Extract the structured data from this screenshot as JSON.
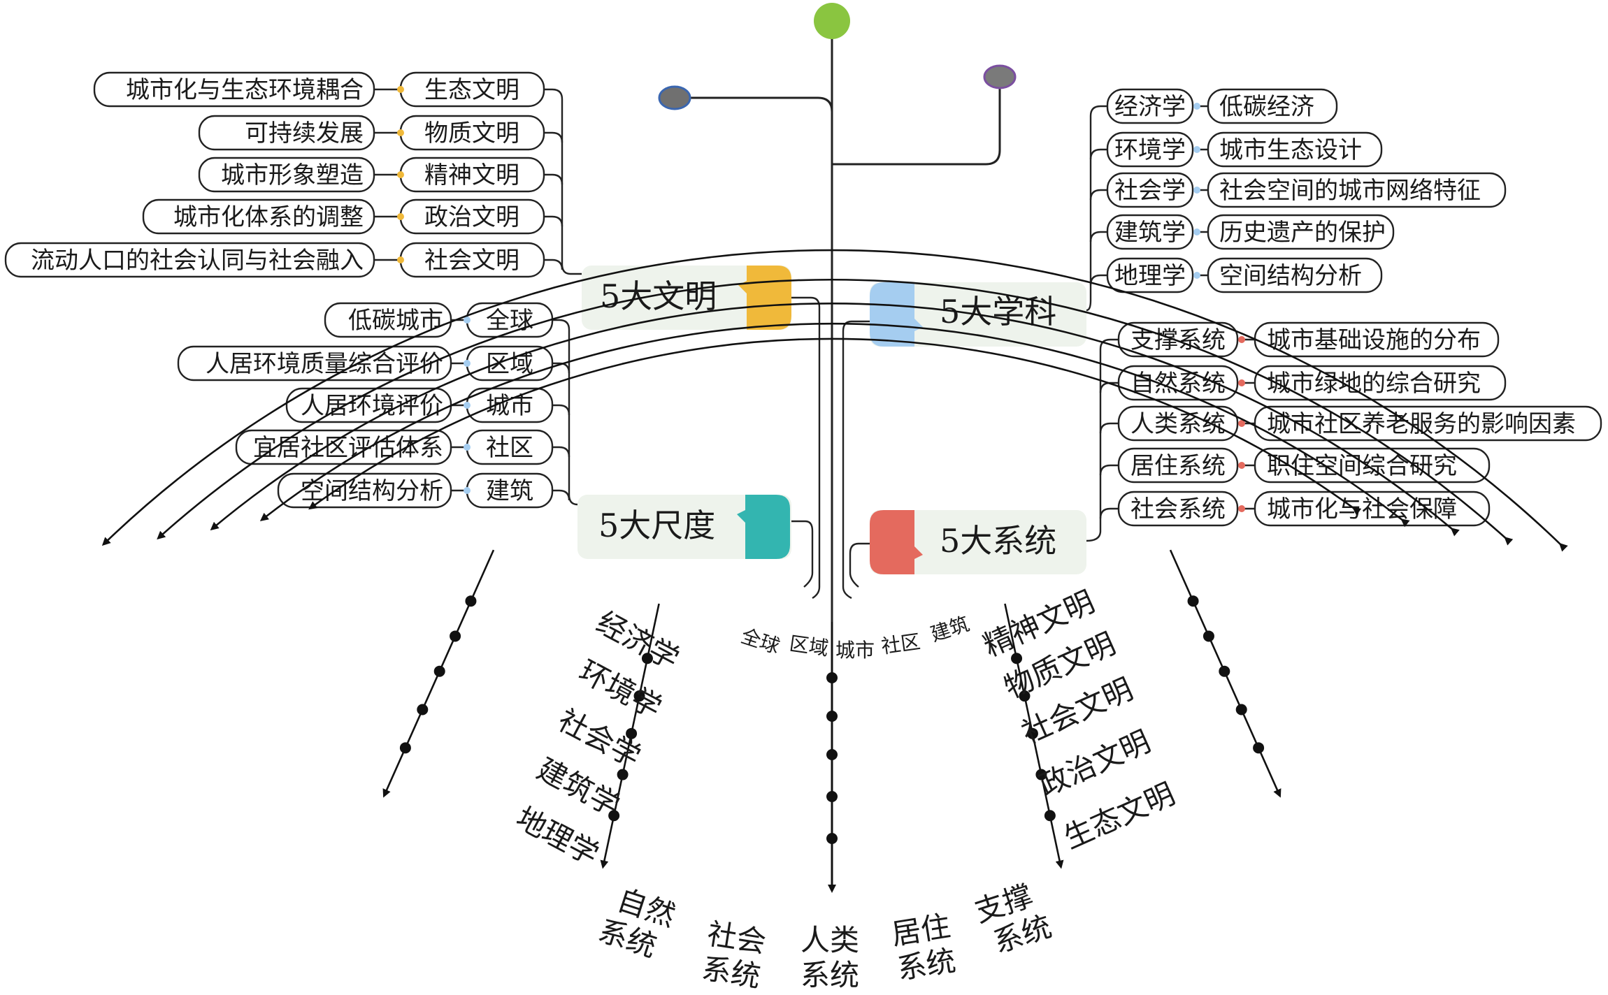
{
  "colors": {
    "civilization": "#f0b93a",
    "scale": "#33b5b0",
    "discipline": "#a5cdf0",
    "system": "#e46a5e",
    "top_node": "#8ac540",
    "left_node": "#707070",
    "right_node": "#7a7a7a",
    "hub_fill": "#eef3ec"
  },
  "hubs": {
    "civilization": "5大文明",
    "scale": "5大尺度",
    "discipline": "5大学科",
    "system": "5大系统"
  },
  "civilization_items": [
    {
      "name": "生态文明",
      "topic": "城市化与生态环境耦合"
    },
    {
      "name": "物质文明",
      "topic": "可持续发展"
    },
    {
      "name": "精神文明",
      "topic": "城市形象塑造"
    },
    {
      "name": "政治文明",
      "topic": "城市化体系的调整"
    },
    {
      "name": "社会文明",
      "topic": "流动人口的社会认同与社会融入"
    }
  ],
  "scale_items": [
    {
      "name": "全球",
      "topic": "低碳城市"
    },
    {
      "name": "区域",
      "topic": "人居环境质量综合评价"
    },
    {
      "name": "城市",
      "topic": "人居环境评价"
    },
    {
      "name": "社区",
      "topic": "宜居社区评估体系"
    },
    {
      "name": "建筑",
      "topic": "空间结构分析"
    }
  ],
  "discipline_items": [
    {
      "name": "经济学",
      "topic": "低碳经济"
    },
    {
      "name": "环境学",
      "topic": "城市生态设计"
    },
    {
      "name": "社会学",
      "topic": "社会空间的城市网络特征"
    },
    {
      "name": "建筑学",
      "topic": "历史遗产的保护"
    },
    {
      "name": "地理学",
      "topic": "空间结构分析"
    }
  ],
  "system_items": [
    {
      "name": "支撑系统",
      "topic": "城市基础设施的分布"
    },
    {
      "name": "自然系统",
      "topic": "城市绿地的综合研究"
    },
    {
      "name": "人类系统",
      "topic": "城市社区养老服务的影响因素"
    },
    {
      "name": "居住系统",
      "topic": "职住空间综合研究"
    },
    {
      "name": "社会系统",
      "topic": "城市化与社会保障"
    }
  ],
  "grid": {
    "left_labels": [
      "经济学",
      "环境学",
      "社会学",
      "建筑学",
      "地理学"
    ],
    "right_labels": [
      "精神文明",
      "物质文明",
      "社会文明",
      "政治文明",
      "生态文明"
    ],
    "top_labels": [
      "全球",
      "区域",
      "城市",
      "社区",
      "建筑"
    ],
    "bottom_labels": [
      {
        "line1": "自然",
        "line2": "系统"
      },
      {
        "line1": "社会",
        "line2": "系统"
      },
      {
        "line1": "人类",
        "line2": "系统"
      },
      {
        "line1": "居住",
        "line2": "系统"
      },
      {
        "line1": "支撑",
        "line2": "系统"
      }
    ]
  }
}
